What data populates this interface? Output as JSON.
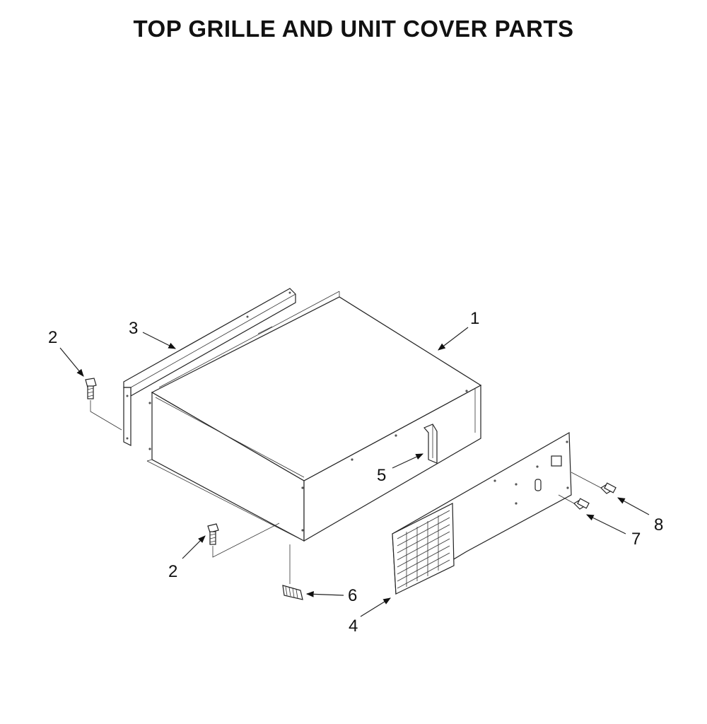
{
  "title": "TOP GRILLE AND UNIT COVER PARTS",
  "callouts": {
    "part1": "1",
    "part2a": "2",
    "part2b": "2",
    "part3": "3",
    "part4": "4",
    "part5": "5",
    "part6": "6",
    "part7": "7",
    "part8": "8"
  }
}
